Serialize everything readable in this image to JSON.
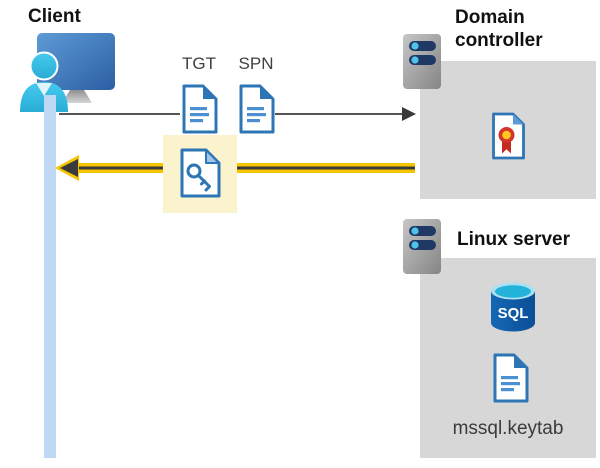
{
  "client": {
    "title": "Client"
  },
  "flow": {
    "tgt_label": "TGT",
    "spn_label": "SPN"
  },
  "domain_controller": {
    "title": "Domain controller"
  },
  "linux_server": {
    "title": "Linux server",
    "sql_badge": "SQL",
    "keytab_filename": "mssql.keytab"
  },
  "colors": {
    "accent_yellow": "#F5C500",
    "highlight_yellow": "#FAF3CE",
    "arrow_gray": "#555555",
    "arrowhead_dark": "#3A3A3A",
    "box_gray": "#D7D7D7",
    "bar_blue": "#BFD9F4",
    "doc_blue": "#2E75B6",
    "doc_line_blue": "#4A90D2",
    "doc_fold_light": "#9FC5E8",
    "cert_fold_blue": "#5B9BD5",
    "cert_red": "#D3342B",
    "cert_ribbon_red": "#C5291F",
    "cert_yellow": "#FFC81E",
    "server_navy": "#1F3864",
    "server_dot_cyan": "#4FC3E8",
    "sql_rim": "#ACE0F1",
    "sql_top_cyan": "#23B2DA"
  }
}
